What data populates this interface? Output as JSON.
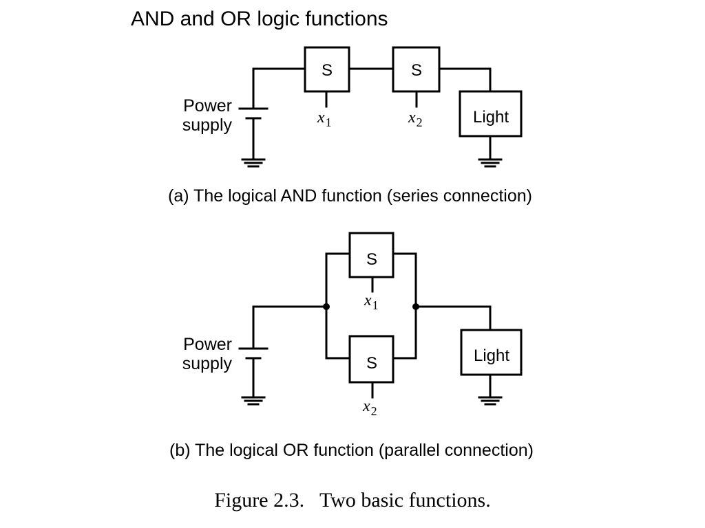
{
  "title": "AND and OR logic functions",
  "circuit_a": {
    "power_label_line1": "Power",
    "power_label_line2": "supply",
    "switch1_label": "S",
    "switch2_label": "S",
    "input1_var": "x",
    "input1_sub": "1",
    "input2_var": "x",
    "input2_sub": "2",
    "light_label": "Light",
    "caption": "(a) The logical AND function (series connection)"
  },
  "circuit_b": {
    "power_label_line1": "Power",
    "power_label_line2": "supply",
    "switch1_label": "S",
    "switch2_label": "S",
    "input1_var": "x",
    "input1_sub": "1",
    "input2_var": "x",
    "input2_sub": "2",
    "light_label": "Light",
    "caption": "(b) The logical OR function (parallel connection)"
  },
  "figure_caption": "Figure 2.3.   Two basic functions."
}
